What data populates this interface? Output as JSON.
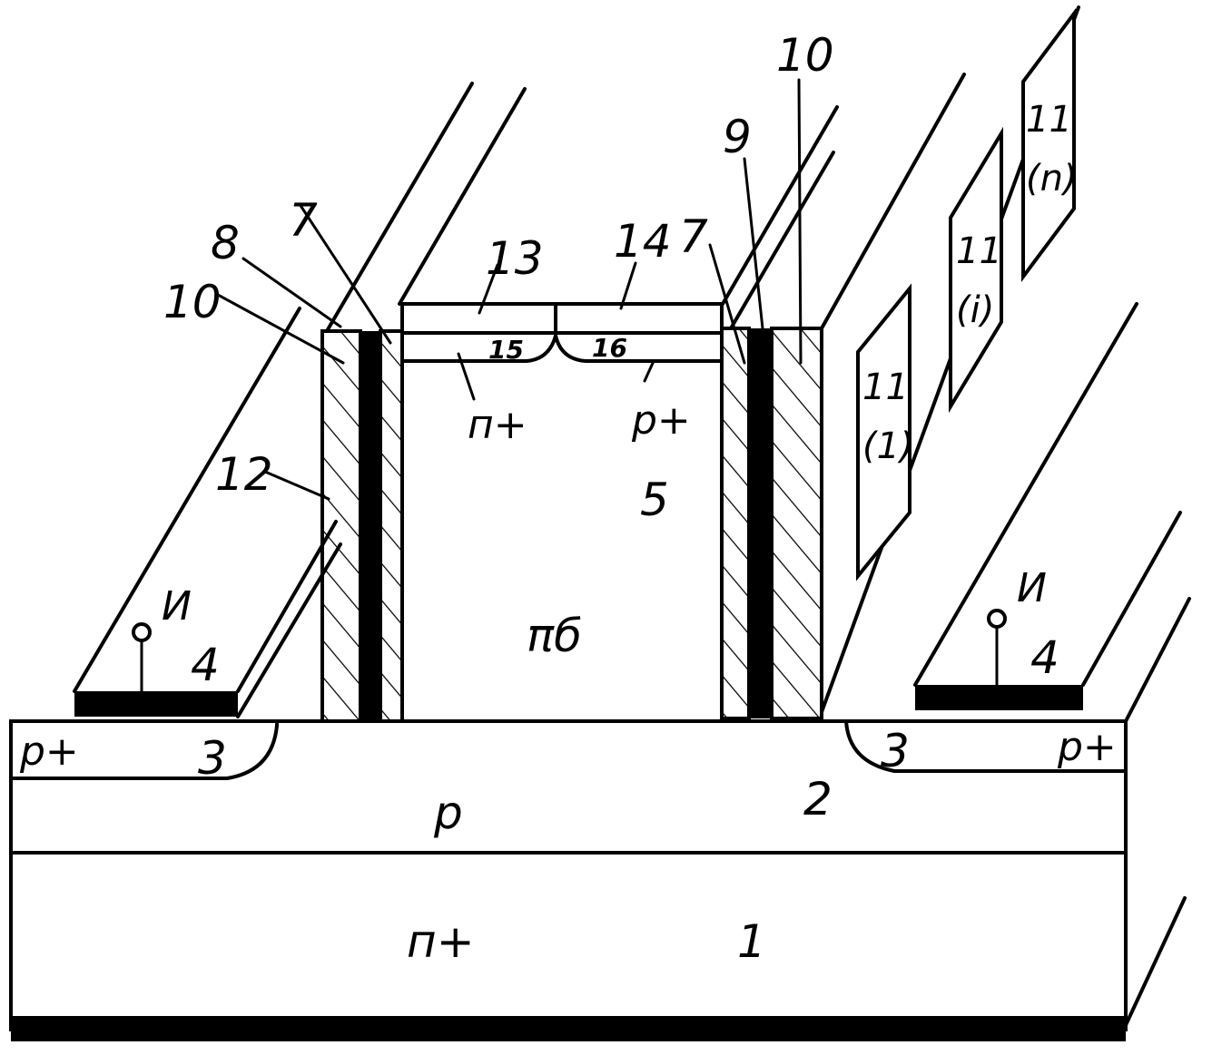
{
  "labels": {
    "l1": "1",
    "l2": "2",
    "l3_left": "3",
    "l3_right": "3",
    "l4_left": "4",
    "l4_right": "4",
    "l5": "5",
    "l7_left": "7",
    "l7_right": "7",
    "l8": "8",
    "l9": "9",
    "l10_left": "10",
    "l10_right": "10",
    "l12": "12",
    "l13": "13",
    "l14": "14",
    "l15": "15",
    "l16": "16",
    "p_base": "p",
    "n_plus_substrate": "п+",
    "p_plus_left": "p+",
    "p_plus_right": "p+",
    "n_plus_top": "п+",
    "p_plus_top": "p+",
    "pi_b": "πб",
    "source_left": "И",
    "source_right": "И",
    "gate1_num": "11",
    "gate1_idx": "(1)",
    "gatei_num": "11",
    "gatei_idx": "(i)",
    "gaten_num": "11",
    "gaten_idx": "(n)"
  },
  "colors": {
    "ink": "#000000",
    "paper": "#ffffff"
  }
}
